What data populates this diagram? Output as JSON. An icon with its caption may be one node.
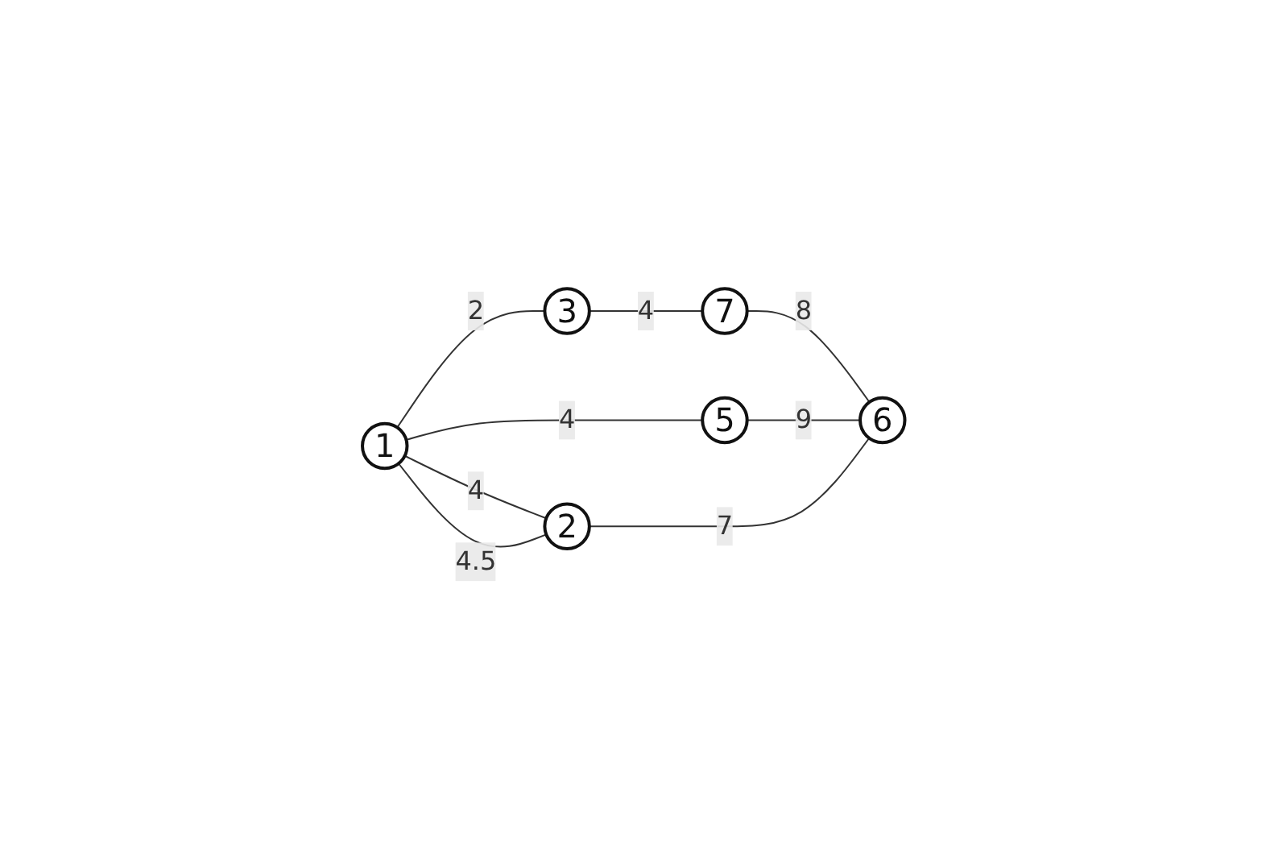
{
  "diagram": {
    "nodes": [
      {
        "text": [
          "7"
        ]
      },
      {
        "text": [
          "3"
        ]
      },
      {
        "text": [
          "6"
        ]
      },
      {
        "text": [
          "1"
        ]
      },
      {
        "text": [
          "5"
        ]
      },
      {
        "text": [
          "2"
        ]
      }
    ],
    "edges": [
      {
        "from": 3,
        "to": 1,
        "arrow": "none",
        "label": "2"
      },
      {
        "from": 1,
        "to": 0,
        "arrow": "none",
        "label": "4"
      },
      {
        "from": 0,
        "to": 2,
        "arrow": "none",
        "label": "8"
      },
      {
        "from": 3,
        "to": 4,
        "arrow": "none",
        "label": "4"
      },
      {
        "from": 4,
        "to": 2,
        "arrow": "none",
        "label": "9"
      },
      {
        "from": 3,
        "to": 5,
        "arrow": "none",
        "label": "4"
      },
      {
        "from": 3,
        "to": 5,
        "arrow": "none",
        "label": "4.5"
      },
      {
        "from": 5,
        "to": 2,
        "arrow": "none",
        "label": "7"
      }
    ]
  }
}
